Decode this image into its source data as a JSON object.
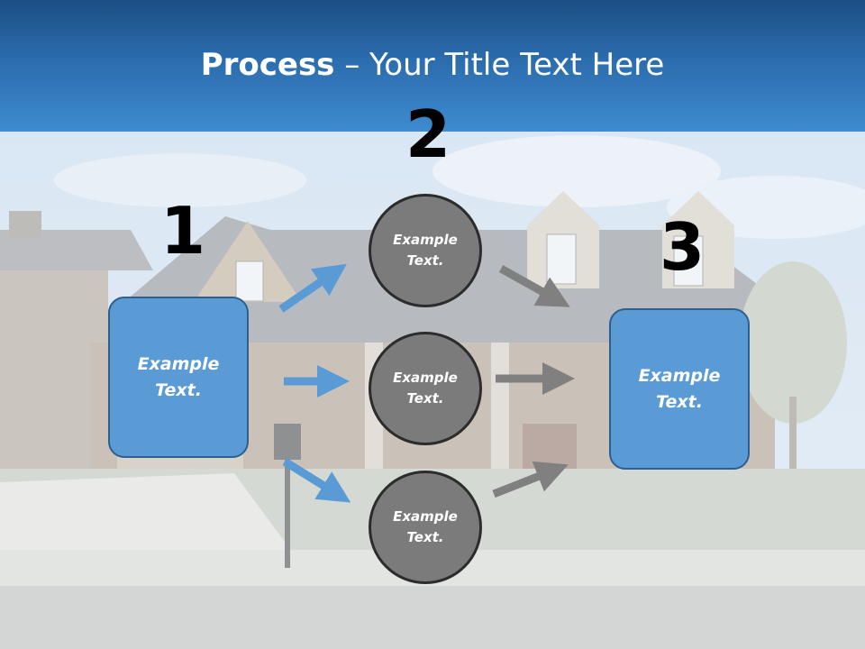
{
  "title": {
    "bold": "Process",
    "rest": " – Your Title Text Here"
  },
  "steps": {
    "one": "1",
    "two": "2",
    "three": "3"
  },
  "left_box": {
    "text_line1": "Example",
    "text_line2": "Text."
  },
  "right_box": {
    "text_line1": "Example",
    "text_line2": "Text."
  },
  "circles": [
    {
      "line1": "Example",
      "line2": "Text."
    },
    {
      "line1": "Example",
      "line2": "Text."
    },
    {
      "line1": "Example",
      "line2": "Text."
    }
  ],
  "colors": {
    "header": "#2b6cad",
    "box": "#5b9bd5",
    "circle": "#7b7b7b",
    "arrow_blue": "#5b9bd5",
    "arrow_gray": "#808080"
  }
}
